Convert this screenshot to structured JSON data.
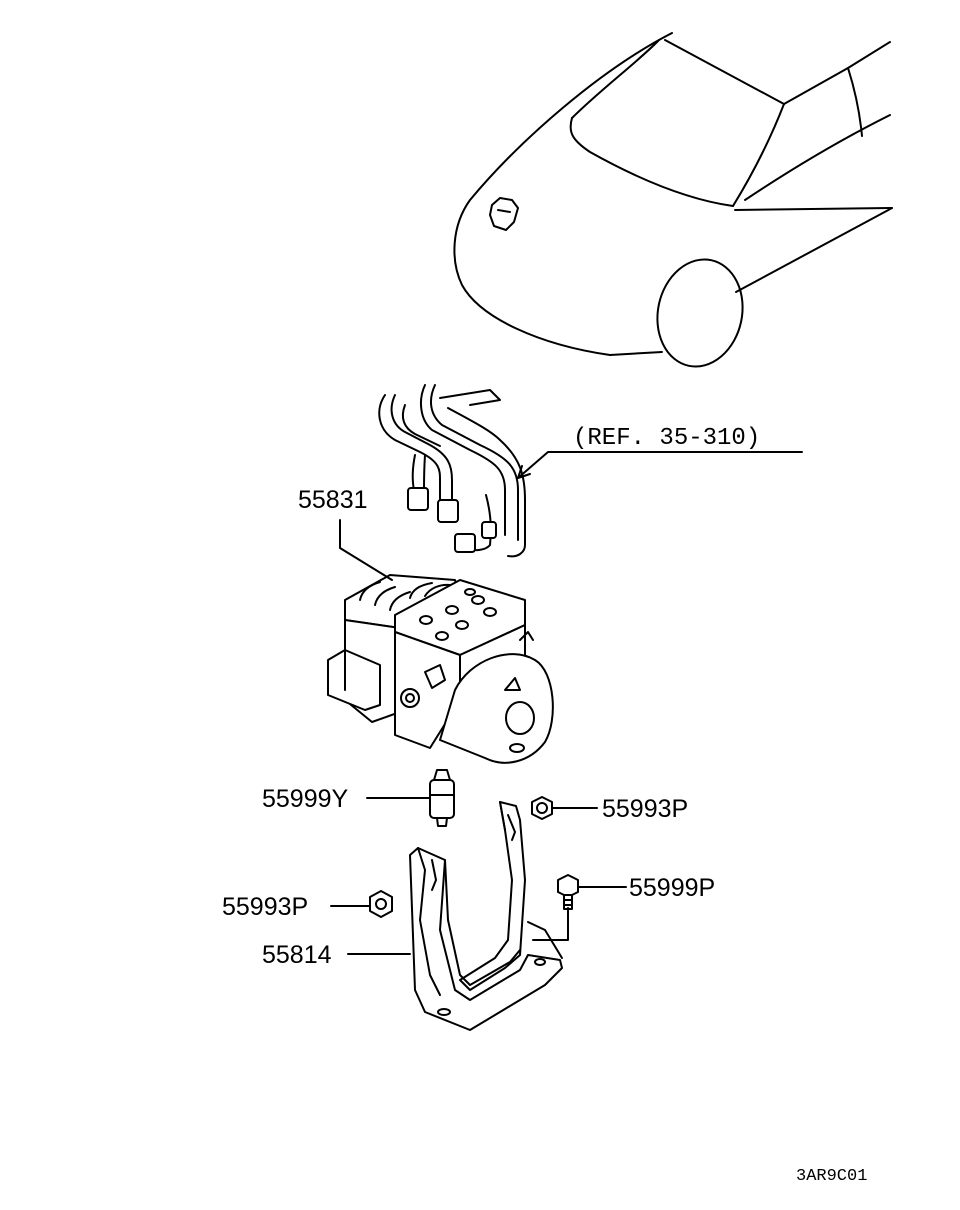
{
  "callouts": {
    "ref": "(REF. 35-310)",
    "p55831": "55831",
    "p55999Y": "55999Y",
    "p55993P_right": "55993P",
    "p55999P": "55999P",
    "p55993P_left": "55993P",
    "p55814": "55814"
  },
  "diagram_code": "3AR9C01"
}
